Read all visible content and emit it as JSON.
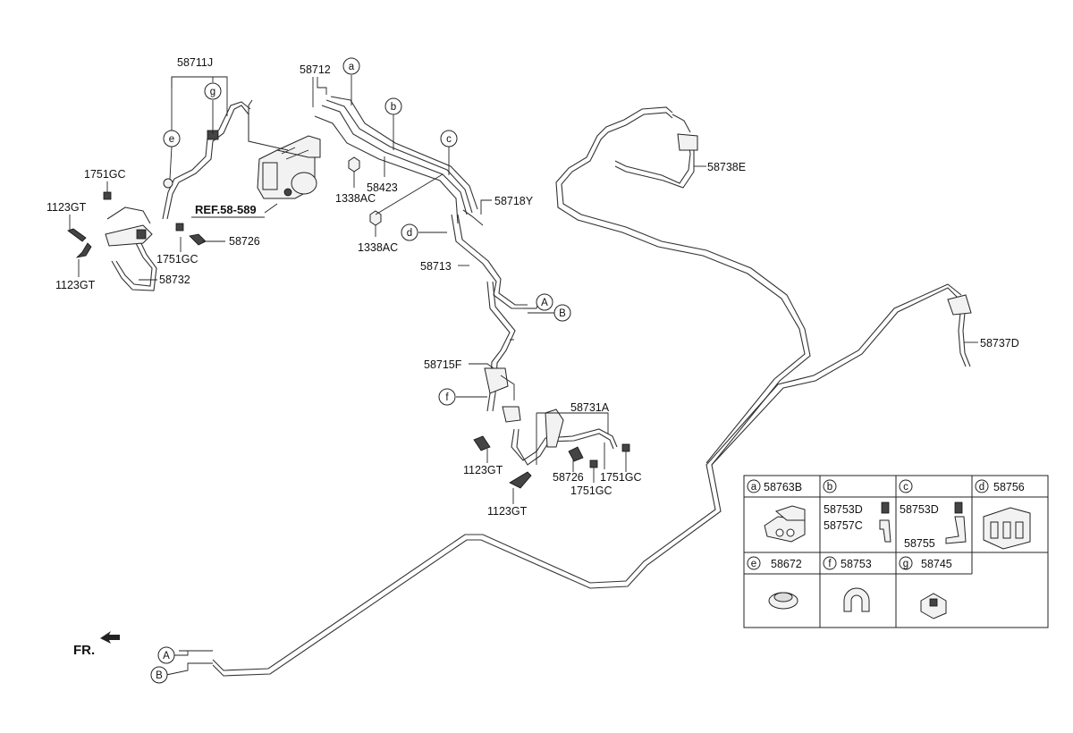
{
  "parts": {
    "p58711J": "58711J",
    "p58712": "58712",
    "p1751GC_a": "1751GC",
    "p1123GT_a": "1123GT",
    "p1751GC_b": "1751GC",
    "p58726_a": "58726",
    "p1123GT_b": "1123GT",
    "p58732": "58732",
    "p1338AC_a": "1338AC",
    "p58423": "58423",
    "p58718Y": "58718Y",
    "p1338AC_b": "1338AC",
    "p58713": "58713",
    "p58715F": "58715F",
    "p58731A": "58731A",
    "p1123GT_c": "1123GT",
    "p58726_b": "58726",
    "p1751GC_c": "1751GC",
    "p1751GC_d": "1751GC",
    "p1123GT_d": "1123GT",
    "p58738E": "58738E",
    "p58737D": "58737D"
  },
  "ref_label": "REF.58-589",
  "front_label": "FR.",
  "callouts": {
    "a": "a",
    "b": "b",
    "c": "c",
    "d": "d",
    "e": "e",
    "f": "f",
    "g": "g",
    "A1": "A",
    "B1": "B",
    "A2": "A",
    "B2": "B"
  },
  "table": {
    "a": {
      "key": "a",
      "part": "58763B"
    },
    "b": {
      "key": "b",
      "part1": "58753D",
      "part2": "58757C"
    },
    "c": {
      "key": "c",
      "part1": "58753D",
      "part2": "58755"
    },
    "d": {
      "key": "d",
      "part": "58756"
    },
    "e": {
      "key": "e",
      "part": "58672"
    },
    "f": {
      "key": "f",
      "part": "58753"
    },
    "g": {
      "key": "g",
      "part": "58745"
    }
  }
}
